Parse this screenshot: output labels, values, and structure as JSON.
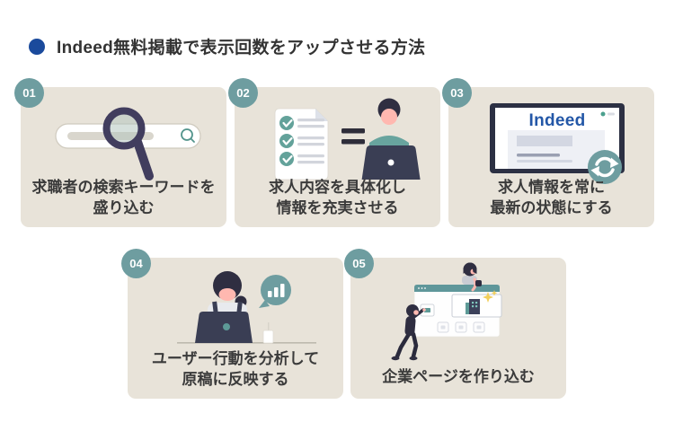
{
  "header": {
    "title": "Indeed無料掲載で表示回数をアップさせる方法"
  },
  "colors": {
    "bullet_blue": "#1a4a9c",
    "card_bg": "#e8e3d9",
    "badge_teal": "#6e9da0",
    "text_dark": "#3b3b3b",
    "indeed_blue": "#2357a7",
    "illo_navy": "#3a3e54",
    "illo_dark": "#2f2e41",
    "illo_teal": "#5d9a97",
    "skin_pink": "#ffb8b0",
    "sparkle_yellow": "#f2cf5b"
  },
  "cards": [
    {
      "number": "01",
      "caption_lines": [
        "求職者の検索キーワードを",
        "盛り込む"
      ],
      "illustration": "search-bar-with-magnifier"
    },
    {
      "number": "02",
      "caption_lines": [
        "求人内容を具体化し",
        "情報を充実させる"
      ],
      "illustration": "checklist-equals-person-at-laptop"
    },
    {
      "number": "03",
      "caption_lines": [
        "求人情報を常に",
        "最新の状態にする"
      ],
      "illustration": "indeed-page-with-refresh",
      "screen_logo": "Indeed"
    },
    {
      "number": "04",
      "caption_lines": [
        "ユーザー行動を分析して",
        "原稿に反映する"
      ],
      "illustration": "analyst-with-chart-bubble"
    },
    {
      "number": "05",
      "caption_lines": [
        "企業ページを作り込む"
      ],
      "illustration": "people-building-company-page"
    }
  ]
}
